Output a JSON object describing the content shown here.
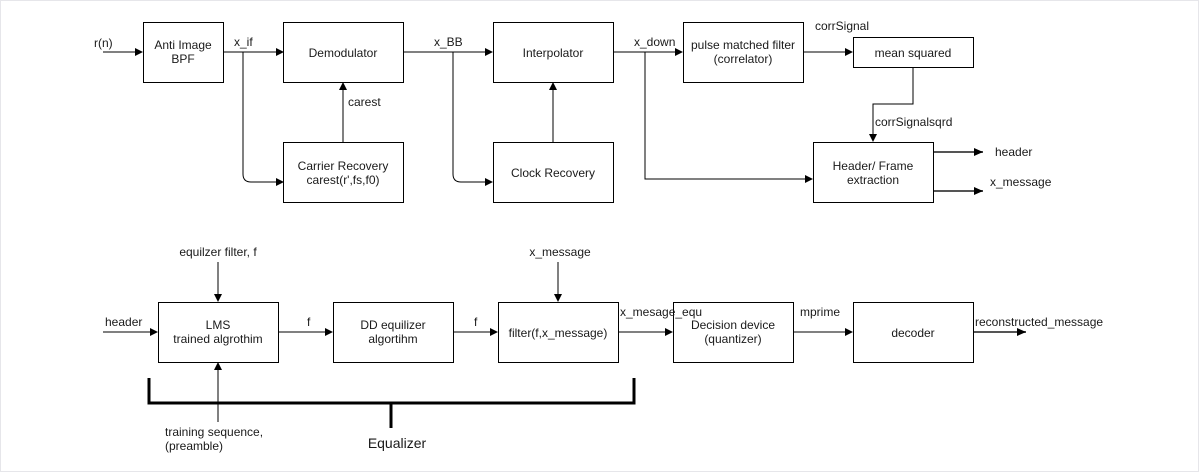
{
  "title": "Receiver block diagram",
  "blocks": {
    "anti_image_bpf": [
      "Anti Image",
      "BPF"
    ],
    "demodulator": [
      "Demodulator"
    ],
    "carrier_recovery": [
      "Carrier Recovery",
      "carest(r',fs,f0)"
    ],
    "interpolator": [
      "Interpolator"
    ],
    "clock_recovery": [
      "Clock Recovery"
    ],
    "pulse_matched_filter": [
      "pulse matched filter",
      "(correlator)"
    ],
    "mean_squared": [
      "mean squared"
    ],
    "header_frame_extraction": [
      "Header/ Frame",
      "extraction"
    ],
    "lms": [
      "LMS",
      "trained algrothim"
    ],
    "dd_equalizer": [
      "DD equilizer",
      "algortihm"
    ],
    "filter": [
      "filter(f,x_message)"
    ],
    "decision_device": [
      "Decision device",
      "(quantizer)"
    ],
    "decoder": [
      "decoder"
    ]
  },
  "signals": {
    "input": "r(n)",
    "x_if": "x_if",
    "carest": "carest",
    "x_bb": "x_BB",
    "x_down": "x_down",
    "corr_signal": "corrSignal",
    "corr_signal_sqrd": "corrSignalsqrd",
    "header_out": "header",
    "x_message_out": "x_message",
    "header_in": "header",
    "equalizer_filter": "equilzer filter, f",
    "training_sequence": [
      "training sequence,",
      "(preamble)"
    ],
    "f1": "f",
    "f2": "f",
    "x_message_in": "x_message",
    "x_message_equ": "x_mesage_equ",
    "mprime": "mprime",
    "reconstructed_message": "reconstructed_message"
  },
  "groups": {
    "equalizer": "Equalizer"
  }
}
